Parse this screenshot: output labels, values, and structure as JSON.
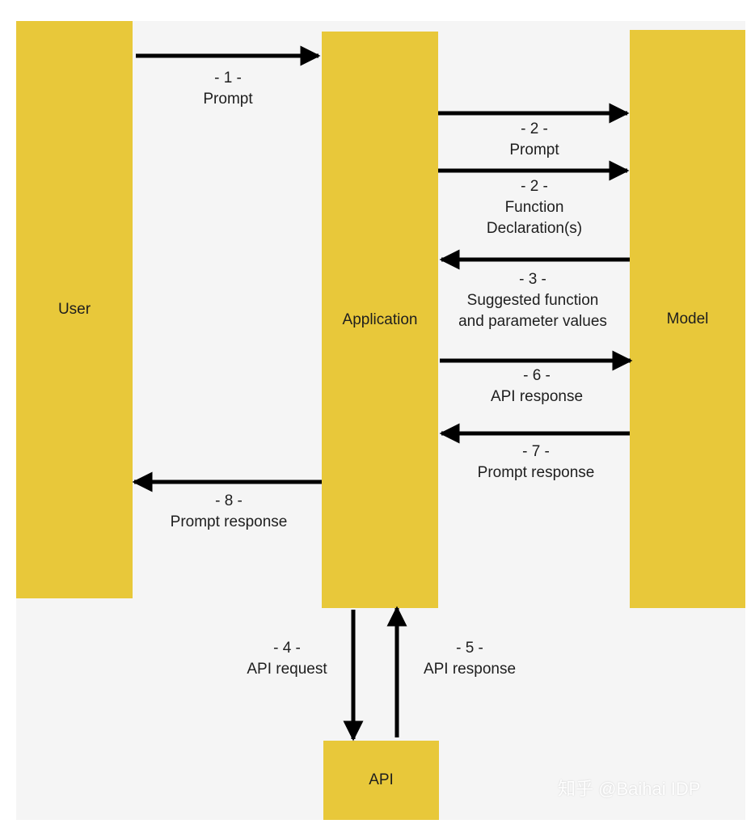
{
  "colors": {
    "box_fill": "#e8c83a",
    "background": "#f5f5f5",
    "arrow": "#000000",
    "text": "#1e1e1e"
  },
  "nodes": {
    "user": "User",
    "application": "Application",
    "model": "Model",
    "api": "API"
  },
  "steps": [
    {
      "number": "- 1 -",
      "text": [
        "Prompt"
      ]
    },
    {
      "number": "- 2 -",
      "text": [
        "Prompt"
      ]
    },
    {
      "number": "- 2 -",
      "text": [
        "Function",
        "Declaration(s)"
      ]
    },
    {
      "number": "- 3 -",
      "text": [
        "Suggested function",
        "and parameter values"
      ]
    },
    {
      "number": "- 4 -",
      "text": [
        "API request"
      ]
    },
    {
      "number": "- 5 -",
      "text": [
        "API response"
      ]
    },
    {
      "number": "- 6 -",
      "text": [
        "API response"
      ]
    },
    {
      "number": "- 7 -",
      "text": [
        "Prompt response"
      ]
    },
    {
      "number": "- 8 -",
      "text": [
        "Prompt response"
      ]
    }
  ],
  "watermark": "知乎 @Baihai IDP"
}
